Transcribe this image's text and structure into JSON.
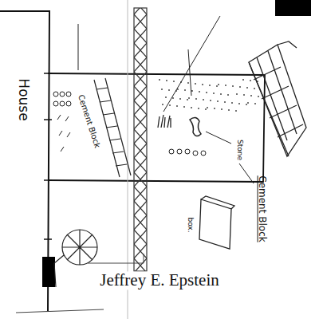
{
  "diagram": {
    "labels": [
      "House",
      "Cement Block",
      "Stone",
      "Cement Block",
      "box.",
      "Jeffrey E. Epstein"
    ]
  }
}
